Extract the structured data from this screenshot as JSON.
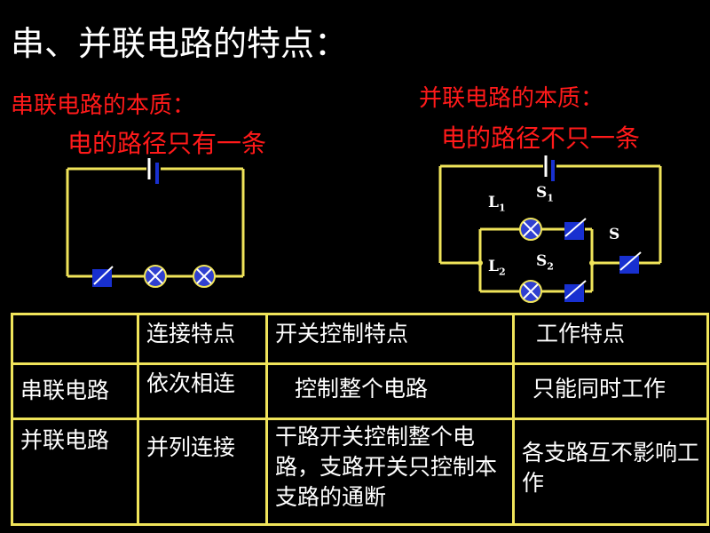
{
  "title": "串、并联电路的特点：",
  "series_section": {
    "heading": "串联电路的本质：",
    "essence": "电的路径只有一条"
  },
  "parallel_section": {
    "heading": "并联电路的本质：",
    "essence": "电的路径不只一条",
    "labels": {
      "L1": "L",
      "L1_sub": "1",
      "S1": "S",
      "S1_sub": "1",
      "L2": "L",
      "L2_sub": "2",
      "S2": "S",
      "S2_sub": "2",
      "S": "S"
    }
  },
  "colors": {
    "wire": "#f0e45a",
    "switch_fill": "#1830d0",
    "lamp_fill": "#3040d0",
    "red_text": "#ff1a1a"
  },
  "table": {
    "headers": [
      "",
      "连接特点",
      "开关控制特点",
      "工作特点"
    ],
    "rows": [
      {
        "name": "串联电路",
        "connection": "依次相连",
        "switch_control": "控制整个电路",
        "work": "只能同时工作"
      },
      {
        "name": "并联电路",
        "connection": "并列连接",
        "switch_control": "干路开关控制整个电路，支路开关只控制本支路的通断",
        "work": "各支路互不影响工作"
      }
    ]
  }
}
